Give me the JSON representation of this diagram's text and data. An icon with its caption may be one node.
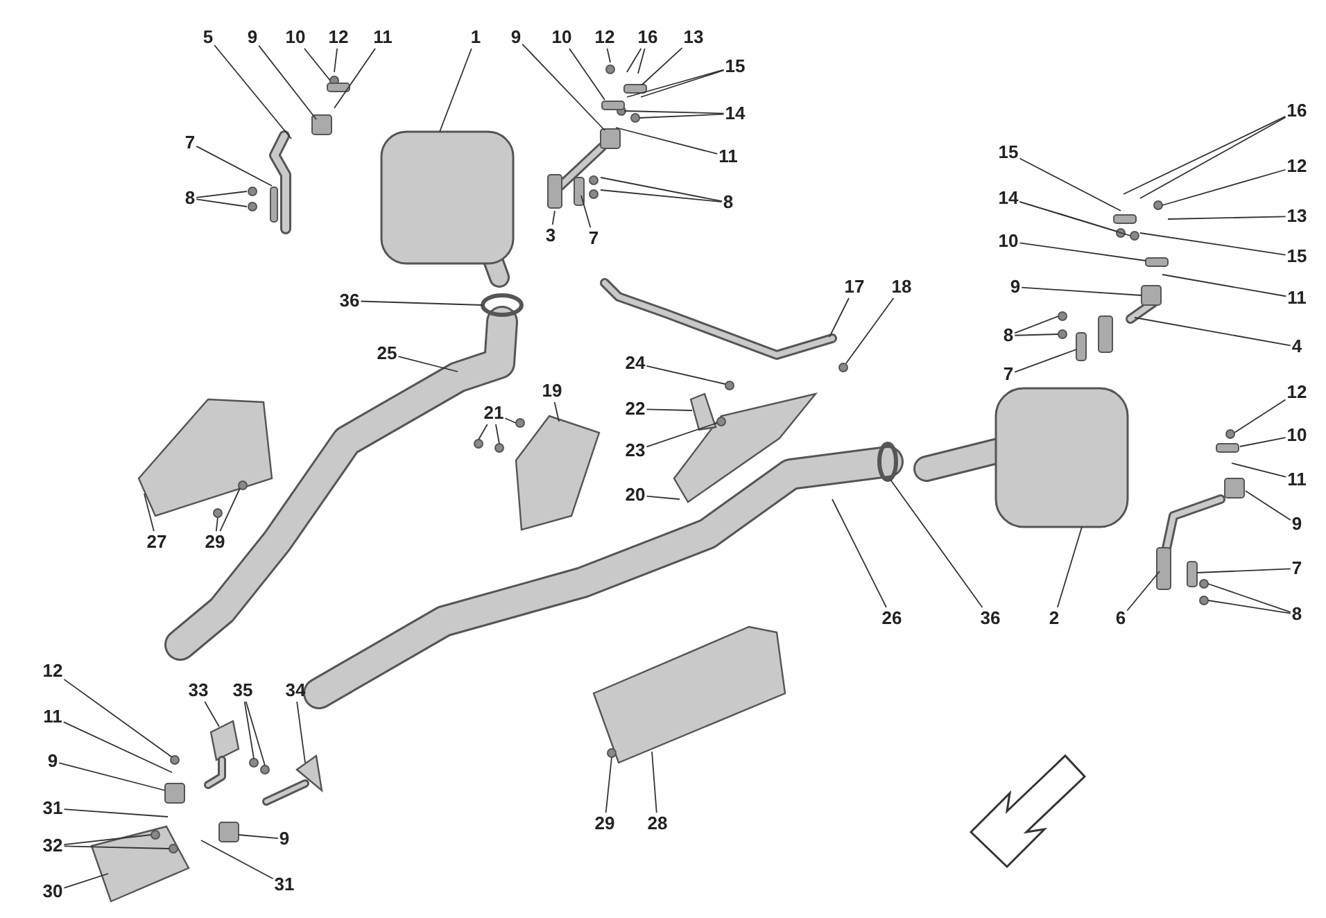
{
  "diagram": {
    "nodes": [
      {
        "text": [
          "5"
        ]
      },
      {
        "text": [
          "9"
        ]
      },
      {
        "text": [
          "10"
        ]
      },
      {
        "text": [
          "12"
        ]
      },
      {
        "text": [
          "11"
        ]
      },
      {
        "text": [
          "1"
        ]
      },
      {
        "text": [
          "9"
        ]
      },
      {
        "text": [
          "10"
        ]
      },
      {
        "text": [
          "12"
        ]
      },
      {
        "text": [
          "16"
        ]
      },
      {
        "text": [
          "13"
        ]
      },
      {
        "text": [
          "15"
        ]
      },
      {
        "text": [
          "14"
        ]
      },
      {
        "text": [
          "7"
        ]
      },
      {
        "text": [
          "8"
        ]
      },
      {
        "text": [
          "11"
        ]
      },
      {
        "text": [
          "8"
        ]
      },
      {
        "text": [
          "3"
        ]
      },
      {
        "text": [
          "7"
        ]
      },
      {
        "text": [
          "16"
        ]
      },
      {
        "text": [
          "12"
        ]
      },
      {
        "text": [
          "15"
        ]
      },
      {
        "text": [
          "13"
        ]
      },
      {
        "text": [
          "14"
        ]
      },
      {
        "text": [
          "15"
        ]
      },
      {
        "text": [
          "10"
        ]
      },
      {
        "text": [
          "11"
        ]
      },
      {
        "text": [
          "9"
        ]
      },
      {
        "text": [
          "8"
        ]
      },
      {
        "text": [
          "4"
        ]
      },
      {
        "text": [
          "7"
        ]
      },
      {
        "text": [
          "36"
        ]
      },
      {
        "text": [
          "17"
        ]
      },
      {
        "text": [
          "18"
        ]
      },
      {
        "text": [
          "25"
        ]
      },
      {
        "text": [
          "24"
        ]
      },
      {
        "text": [
          "22"
        ]
      },
      {
        "text": [
          "19"
        ]
      },
      {
        "text": [
          "21"
        ]
      },
      {
        "text": [
          "12"
        ]
      },
      {
        "text": [
          "23"
        ]
      },
      {
        "text": [
          "10"
        ]
      },
      {
        "text": [
          "11"
        ]
      },
      {
        "text": [
          "20"
        ]
      },
      {
        "text": [
          "27"
        ]
      },
      {
        "text": [
          "29"
        ]
      },
      {
        "text": [
          "9"
        ]
      },
      {
        "text": [
          "26"
        ]
      },
      {
        "text": [
          "36"
        ]
      },
      {
        "text": [
          "2"
        ]
      },
      {
        "text": [
          "6"
        ]
      },
      {
        "text": [
          "7"
        ]
      },
      {
        "text": [
          "8"
        ]
      },
      {
        "text": [
          "12"
        ]
      },
      {
        "text": [
          "33"
        ]
      },
      {
        "text": [
          "35"
        ]
      },
      {
        "text": [
          "34"
        ]
      },
      {
        "text": [
          "11"
        ]
      },
      {
        "text": [
          "9"
        ]
      },
      {
        "text": [
          "31"
        ]
      },
      {
        "text": [
          "9"
        ]
      },
      {
        "text": [
          "32"
        ]
      },
      {
        "text": [
          "31"
        ]
      },
      {
        "text": [
          "30"
        ]
      },
      {
        "text": [
          "29"
        ]
      },
      {
        "text": [
          "28"
        ]
      }
    ],
    "edges": [
      {
        "from": 0,
        "to": null,
        "arrow": "none"
      },
      {
        "from": 1,
        "to": null,
        "arrow": "none"
      },
      {
        "from": 2,
        "to": null,
        "arrow": "none"
      },
      {
        "from": 3,
        "to": null,
        "arrow": "none"
      },
      {
        "from": 4,
        "to": null,
        "arrow": "none"
      },
      {
        "from": 5,
        "to": null,
        "arrow": "none"
      },
      {
        "from": 6,
        "to": null,
        "arrow": "none"
      },
      {
        "from": 7,
        "to": null,
        "arrow": "none"
      },
      {
        "from": 8,
        "to": null,
        "arrow": "none"
      },
      {
        "from": 9,
        "to": null,
        "arrow": "none"
      },
      {
        "from": 9,
        "to": null,
        "arrow": "none"
      },
      {
        "from": 10,
        "to": null,
        "arrow": "none"
      },
      {
        "from": 11,
        "to": null,
        "arrow": "none"
      },
      {
        "from": 11,
        "to": null,
        "arrow": "none"
      },
      {
        "from": 12,
        "to": null,
        "arrow": "none"
      },
      {
        "from": 12,
        "to": null,
        "arrow": "none"
      },
      {
        "from": 13,
        "to": null,
        "arrow": "none"
      },
      {
        "from": 14,
        "to": null,
        "arrow": "none"
      },
      {
        "from": 14,
        "to": null,
        "arrow": "none"
      },
      {
        "from": 15,
        "to": null,
        "arrow": "none"
      },
      {
        "from": 16,
        "to": null,
        "arrow": "none"
      },
      {
        "from": 16,
        "to": null,
        "arrow": "none"
      },
      {
        "from": 17,
        "to": null,
        "arrow": "none"
      },
      {
        "from": 18,
        "to": null,
        "arrow": "none"
      },
      {
        "from": 19,
        "to": null,
        "arrow": "none"
      },
      {
        "from": 19,
        "to": null,
        "arrow": "none"
      },
      {
        "from": 20,
        "to": null,
        "arrow": "none"
      },
      {
        "from": 21,
        "to": null,
        "arrow": "none"
      },
      {
        "from": 22,
        "to": null,
        "arrow": "none"
      },
      {
        "from": 23,
        "to": null,
        "arrow": "none"
      },
      {
        "from": 23,
        "to": null,
        "arrow": "none"
      },
      {
        "from": 24,
        "to": null,
        "arrow": "none"
      },
      {
        "from": 25,
        "to": null,
        "arrow": "none"
      },
      {
        "from": 26,
        "to": null,
        "arrow": "none"
      },
      {
        "from": 27,
        "to": null,
        "arrow": "none"
      },
      {
        "from": 28,
        "to": null,
        "arrow": "none"
      },
      {
        "from": 28,
        "to": null,
        "arrow": "none"
      },
      {
        "from": 29,
        "to": null,
        "arrow": "none"
      },
      {
        "from": 30,
        "to": null,
        "arrow": "none"
      },
      {
        "from": 31,
        "to": null,
        "arrow": "none"
      },
      {
        "from": 32,
        "to": null,
        "arrow": "none"
      },
      {
        "from": 33,
        "to": null,
        "arrow": "none"
      },
      {
        "from": 34,
        "to": null,
        "arrow": "none"
      },
      {
        "from": 35,
        "to": null,
        "arrow": "none"
      },
      {
        "from": 36,
        "to": null,
        "arrow": "none"
      },
      {
        "from": 37,
        "to": null,
        "arrow": "none"
      },
      {
        "from": 38,
        "to": null,
        "arrow": "none"
      },
      {
        "from": 38,
        "to": null,
        "arrow": "none"
      },
      {
        "from": 38,
        "to": null,
        "arrow": "none"
      },
      {
        "from": 39,
        "to": null,
        "arrow": "none"
      },
      {
        "from": 40,
        "to": null,
        "arrow": "none"
      },
      {
        "from": 41,
        "to": null,
        "arrow": "none"
      },
      {
        "from": 42,
        "to": null,
        "arrow": "none"
      },
      {
        "from": 43,
        "to": null,
        "arrow": "none"
      },
      {
        "from": 44,
        "to": null,
        "arrow": "none"
      },
      {
        "from": 45,
        "to": null,
        "arrow": "none"
      },
      {
        "from": 45,
        "to": null,
        "arrow": "none"
      },
      {
        "from": 46,
        "to": null,
        "arrow": "none"
      },
      {
        "from": 47,
        "to": null,
        "arrow": "none"
      },
      {
        "from": 48,
        "to": null,
        "arrow": "none"
      },
      {
        "from": 49,
        "to": null,
        "arrow": "none"
      },
      {
        "from": 50,
        "to": null,
        "arrow": "none"
      },
      {
        "from": 51,
        "to": null,
        "arrow": "none"
      },
      {
        "from": 52,
        "to": null,
        "arrow": "none"
      },
      {
        "from": 52,
        "to": null,
        "arrow": "none"
      },
      {
        "from": 53,
        "to": null,
        "arrow": "none"
      },
      {
        "from": 54,
        "to": null,
        "arrow": "none"
      },
      {
        "from": 55,
        "to": null,
        "arrow": "none"
      },
      {
        "from": 55,
        "to": null,
        "arrow": "none"
      },
      {
        "from": 56,
        "to": null,
        "arrow": "none"
      },
      {
        "from": 57,
        "to": null,
        "arrow": "none"
      },
      {
        "from": 58,
        "to": null,
        "arrow": "none"
      },
      {
        "from": 59,
        "to": null,
        "arrow": "none"
      },
      {
        "from": 60,
        "to": null,
        "arrow": "none"
      },
      {
        "from": 61,
        "to": null,
        "arrow": "none"
      },
      {
        "from": 61,
        "to": null,
        "arrow": "none"
      },
      {
        "from": 62,
        "to": null,
        "arrow": "none"
      },
      {
        "from": 63,
        "to": null,
        "arrow": "none"
      },
      {
        "from": 64,
        "to": null,
        "arrow": "none"
      },
      {
        "from": 65,
        "to": null,
        "arrow": "none"
      }
    ]
  }
}
